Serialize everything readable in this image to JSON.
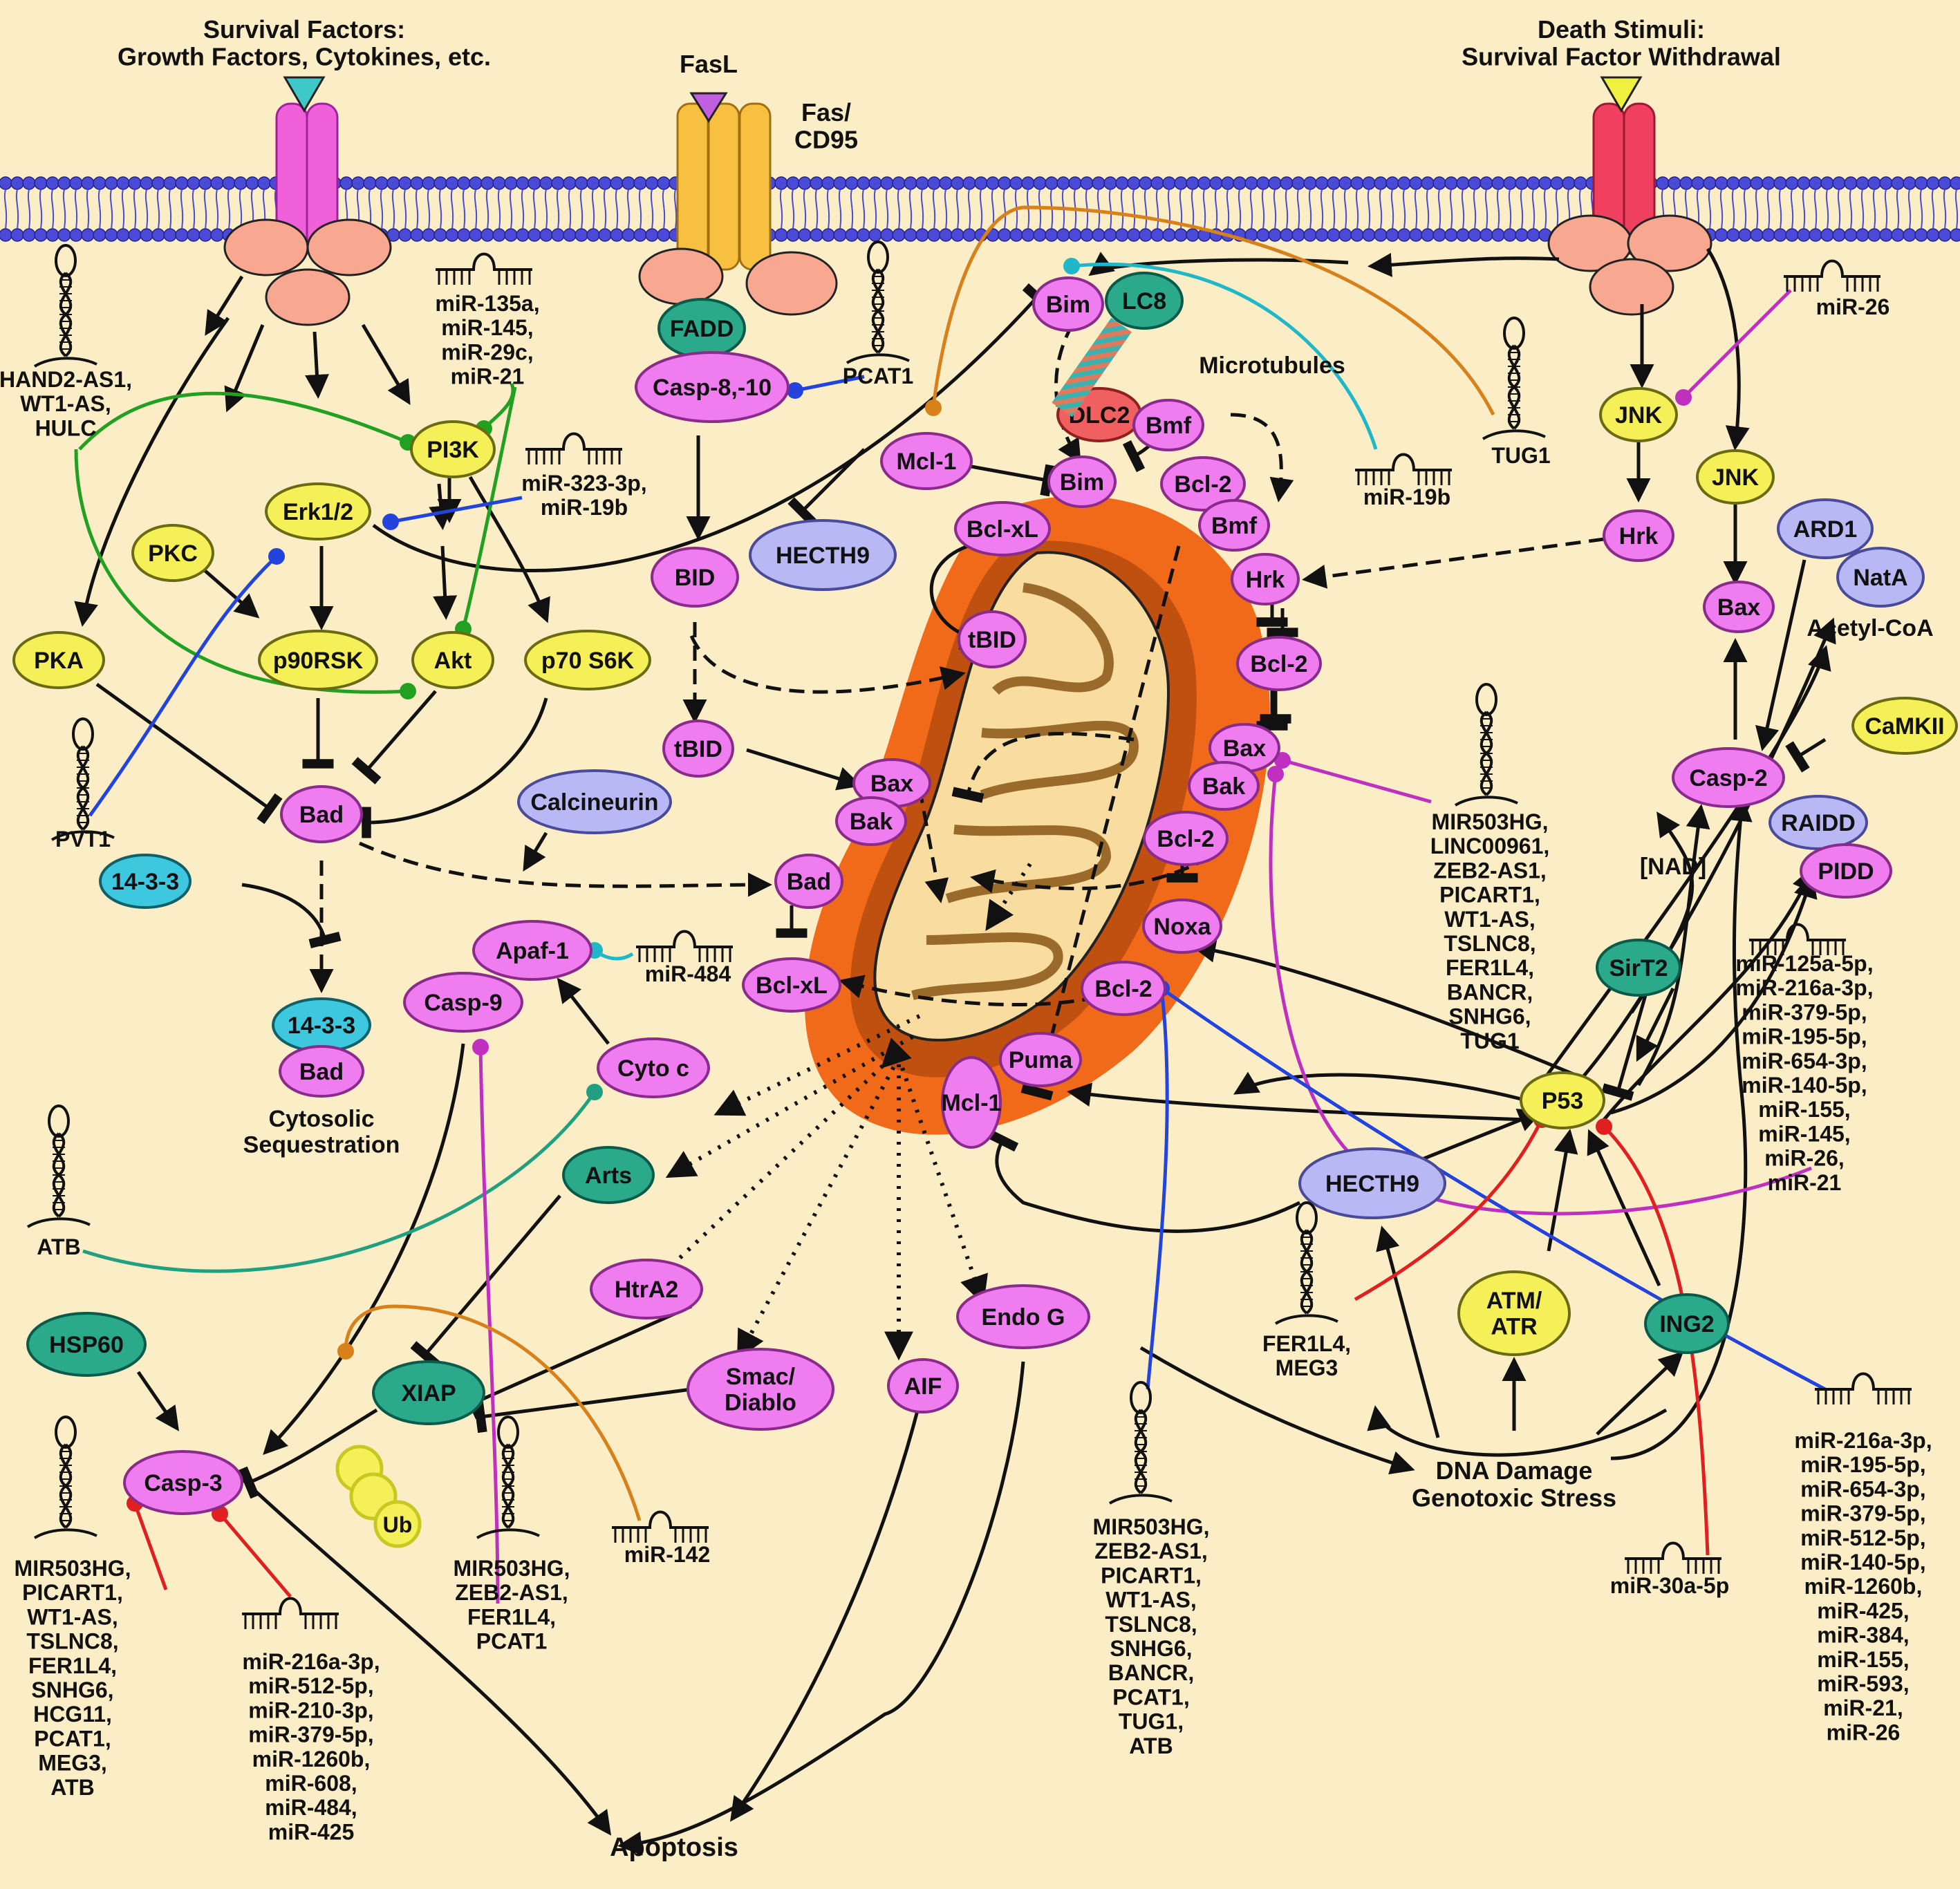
{
  "headers": {
    "survival": [
      "Survival Factors:",
      "Growth Factors, Cytokines, etc."
    ],
    "fasl": "FasL",
    "fas": [
      "Fas/",
      "CD95"
    ],
    "death": [
      "Death Stimuli:",
      "Survival Factor Withdrawal"
    ]
  },
  "colors": {
    "background": "#fbeec6",
    "membrane": "#4a4ad6",
    "magenta_node": "#f07df0",
    "yellow_node": "#f5f058",
    "purple_node": "#b8b8f5",
    "teal_node": "#2aaa8a",
    "cyan_node": "#3ec8e0",
    "mitochondria_outer": "#f06a1a",
    "inhibit_red": "#e02020",
    "inhibit_blue": "#2244dd",
    "inhibit_green": "#22a022",
    "inhibit_magenta": "#c030c0",
    "inhibit_cyan": "#20b8c8",
    "inhibit_orange": "#d8801a"
  },
  "nodes": {
    "pi3k": "PI3K",
    "erk": "Erk1/2",
    "pkc": "PKC",
    "pka": "PKA",
    "p90rsk": "p90RSK",
    "akt": "Akt",
    "p70s6k": "p70 S6K",
    "bad_main": "Bad",
    "calcineurin": "Calcineurin",
    "bad_mito": "Bad",
    "f1433": "14-3-3",
    "f1433b": "14-3-3",
    "bad_seq": "Bad",
    "apaf1": "Apaf-1",
    "casp9": "Casp-9",
    "cytoc": "Cyto c",
    "arts": "Arts",
    "htra2": "HtrA2",
    "smac": [
      "Smac/",
      "Diablo"
    ],
    "aif": "AIF",
    "endog": "Endo G",
    "hsp60": "HSP60",
    "xiap": "XIAP",
    "casp3": "Casp-3",
    "ub": "Ub",
    "fadd": "FADD",
    "casp810": "Casp-8,-10",
    "bid": "BID",
    "tbid": "tBID",
    "tbid2": "tBID",
    "bax_mito": "Bax",
    "bak_mito": "Bak",
    "bclxl_low": "Bcl-xL",
    "mcl1_top": "Mcl-1",
    "hecth9_top": "HECTH9",
    "bim_top": "Bim",
    "lc8": "LC8",
    "microtubules": "Microtubules",
    "dlc2": "DLC2",
    "bmf_top": "Bmf",
    "bim_mid": "Bim",
    "bcl2_a": "Bcl-2",
    "bmf_mid": "Bmf",
    "bclxl_top": "Bcl-xL",
    "hrk_mito": "Hrk",
    "bcl2_b": "Bcl-2",
    "bax_r": "Bax",
    "bak_r": "Bak",
    "bcl2_c": "Bcl-2",
    "noxa": "Noxa",
    "bcl2_d": "Bcl-2",
    "puma": "Puma",
    "mcl1_low": "Mcl-1",
    "hecth9_low": "HECTH9",
    "jnk1": "JNK",
    "hrk1": "Hrk",
    "jnk2": "JNK",
    "bax_far": "Bax",
    "ard1": "ARD1",
    "nata": "NatA",
    "acetyl": "Acetyl-CoA",
    "camkii": "CaMKII",
    "casp2": "Casp-2",
    "raidd": "RAIDD",
    "pidd": "PIDD",
    "nad": "[NAD]",
    "sirt2": "SirT2",
    "p53": "P53",
    "atm": [
      "ATM/",
      "ATR"
    ],
    "ing2": "ING2",
    "dna": [
      "DNA Damage",
      "Genotoxic Stress"
    ],
    "apoptosis": "Apoptosis",
    "cyto_seq": [
      "Cytosolic",
      "Sequestration"
    ]
  },
  "ncrna": {
    "hand2": [
      "HAND2-AS1,",
      "WT1-AS,",
      "HULC"
    ],
    "mir135": [
      "miR-135a,",
      "miR-145,",
      "miR-29c,",
      "miR-21"
    ],
    "mir323": [
      "miR-323-3p,",
      "miR-19b"
    ],
    "pcat1": "PCAT1",
    "pvt1": "PVT1",
    "mir484": "miR-484",
    "atb": "ATB",
    "mir19b": "miR-19b",
    "tug1": "TUG1",
    "mir26": "miR-26",
    "mir503_r": [
      "MIR503HG,",
      "LINC00961,",
      "ZEB2-AS1,",
      "PICART1,",
      "WT1-AS,",
      "TSLNC8,",
      "FER1L4,",
      "BANCR,",
      "SNHG6,",
      "TUG1"
    ],
    "mir125": [
      "miR-125a-5p,",
      "miR-216a-3p,",
      "miR-379-5p,",
      "miR-195-5p,",
      "miR-654-3p,",
      "miR-140-5p,",
      "miR-155,",
      "miR-145,",
      "miR-26,",
      "miR-21"
    ],
    "fer1l4": [
      "FER1L4,",
      "MEG3"
    ],
    "mir503_c3": [
      "MIR503HG,",
      "PICART1,",
      "WT1-AS,",
      "TSLNC8,",
      "FER1L4,",
      "SNHG6,",
      "HCG11,",
      "PCAT1,",
      "MEG3,",
      "ATB"
    ],
    "mir216_c3": [
      "miR-216a-3p,",
      "miR-512-5p,",
      "miR-210-3p,",
      "miR-379-5p,",
      "miR-1260b,",
      "miR-608,",
      "miR-484,",
      "miR-425"
    ],
    "mir503_c9": [
      "MIR503HG,",
      "ZEB2-AS1,",
      "FER1L4,",
      "PCAT1"
    ],
    "mir142": "miR-142",
    "mir503_b": [
      "MIR503HG,",
      "ZEB2-AS1,",
      "PICART1,",
      "WT1-AS,",
      "TSLNC8,",
      "SNHG6,",
      "BANCR,",
      "PCAT1,",
      "TUG1,",
      "ATB"
    ],
    "mir30": "miR-30a-5p",
    "mir216_p53": [
      "miR-216a-3p,",
      "miR-195-5p,",
      "miR-654-3p,",
      "miR-379-5p,",
      "miR-512-5p,",
      "miR-140-5p,",
      "miR-1260b,",
      "miR-425,",
      "miR-384,",
      "miR-155,",
      "miR-593,",
      "miR-21,",
      "miR-26"
    ]
  }
}
